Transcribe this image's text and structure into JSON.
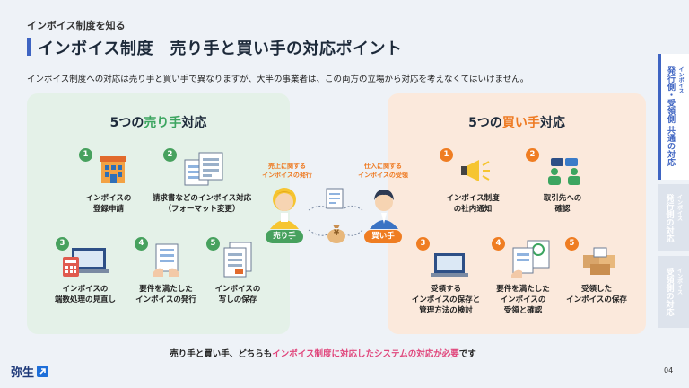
{
  "header": {
    "kicker": "インボイス制度を知る",
    "title": "インボイス制度　売り手と買い手の対応ポイント",
    "intro": "インボイス制度への対応は売り手と買い手で異なりますが、大半の事業者は、この両方の立場から対応を考えなくてはいけません。"
  },
  "seller": {
    "title_prefix": "5つの",
    "title_highlight": "売り手",
    "title_suffix": "対応",
    "steps": [
      {
        "num": "1",
        "label": "インボイスの\n登録申請"
      },
      {
        "num": "2",
        "label": "請求書などのインボイス対応\n（フォーマット変更）"
      },
      {
        "num": "3",
        "label": "インボイスの\n端数処理の見直し"
      },
      {
        "num": "4",
        "label": "要件を満たした\nインボイスの発行"
      },
      {
        "num": "5",
        "label": "インボイスの\n写しの保存"
      }
    ]
  },
  "buyer": {
    "title_prefix": "5つの",
    "title_highlight": "買い手",
    "title_suffix": "対応",
    "steps": [
      {
        "num": "1",
        "label": "インボイス制度\nの社内通知"
      },
      {
        "num": "2",
        "label": "取引先への\n確認"
      },
      {
        "num": "3",
        "label": "受領する\nインボイスの保存と\n管理方法の検討"
      },
      {
        "num": "4",
        "label": "要件を満たした\nインボイスの\n受領と確認"
      },
      {
        "num": "5",
        "label": "受領した\nインボイスの保存"
      }
    ]
  },
  "flow": {
    "seller_caption": "売上に関する\nインボイスの発行",
    "buyer_caption": "仕入に関する\nインボイスの受領",
    "seller_badge": "売り手",
    "buyer_badge": "買い手",
    "yen_symbol": "¥"
  },
  "footer": {
    "msg_prefix": "売り手と買い手、どちらも",
    "msg_highlight": "インボイス制度に対応したシステムの対応が必要",
    "msg_suffix": "です",
    "logo": "弥生",
    "page": "04"
  },
  "side_tabs": [
    {
      "small": "インボイス",
      "label": "発行側・受領側 共通の対応"
    },
    {
      "small": "インボイス",
      "label": "発行側の対応"
    },
    {
      "small": "インボイス",
      "label": "受領側の対応"
    }
  ],
  "colors": {
    "accent_blue": "#3e64c2",
    "green": "#47a15e",
    "orange": "#ef7d22",
    "pink": "#e0457b"
  }
}
